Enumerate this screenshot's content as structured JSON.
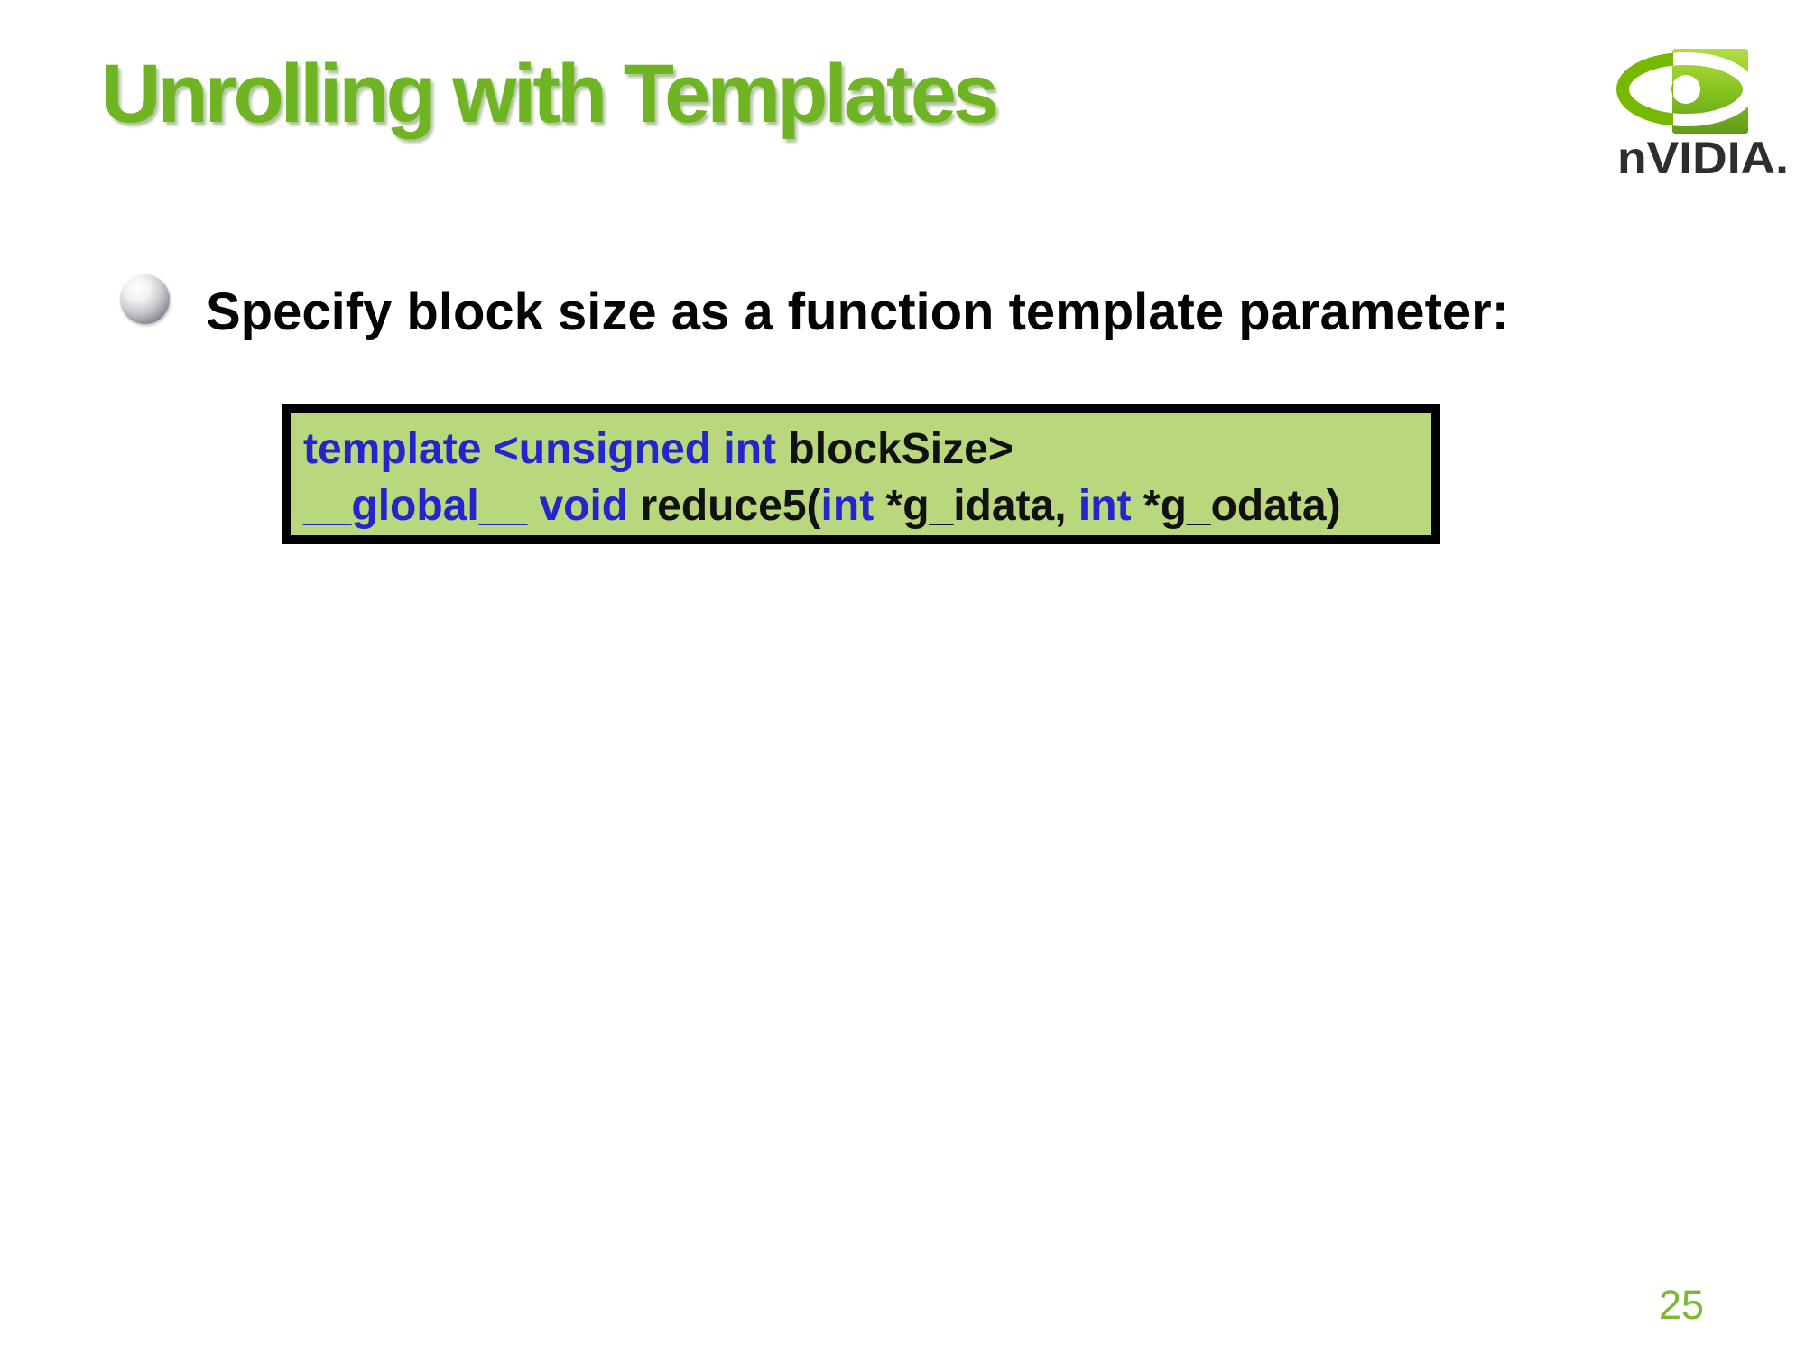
{
  "slide": {
    "title": "Unrolling with Templates",
    "page_number": "25"
  },
  "logo": {
    "brand": "NVIDIA",
    "wordmark": "nVIDIA."
  },
  "bullet": {
    "icon": "sphere-3d-bullet",
    "text": "Specify block size as a function template parameter:"
  },
  "code_box": {
    "lines": [
      {
        "tokens": [
          {
            "t": "template <unsigned int ",
            "c": "blue"
          },
          {
            "t": "blockSize>",
            "c": "black"
          }
        ]
      },
      {
        "tokens": [
          {
            "t": "__global__ void ",
            "c": "blue"
          },
          {
            "t": "reduce5(",
            "c": "black"
          },
          {
            "t": "int",
            "c": "blue"
          },
          {
            "t": " *g_idata, ",
            "c": "black"
          },
          {
            "t": "int",
            "c": "blue"
          },
          {
            "t": " *g_odata)",
            "c": "black"
          }
        ]
      }
    ]
  },
  "colors": {
    "title_green": "#6eb423",
    "nvidia_green": "#76b900",
    "code_box_background": "#b9d77d",
    "code_box_border": "#000000",
    "code_keyword_blue": "#2525cc",
    "code_text_black": "#111111",
    "page_number_green": "#7cb832",
    "bullet_text_black": "#050505"
  }
}
